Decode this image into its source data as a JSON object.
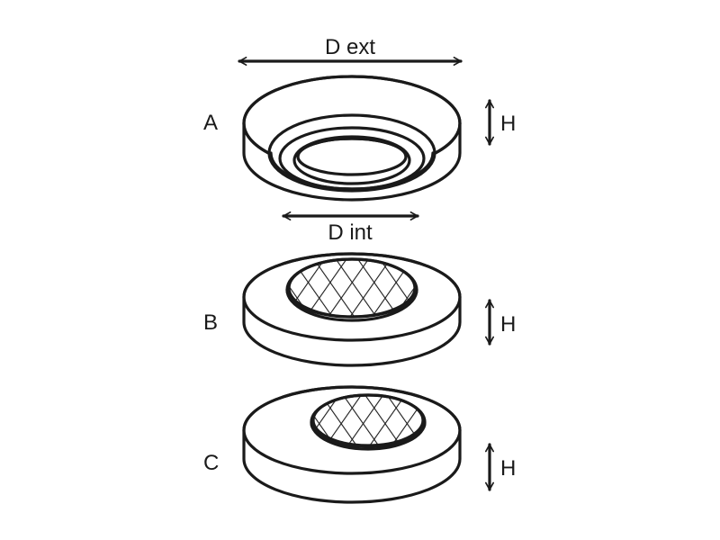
{
  "labels": {
    "d_ext": "D ext",
    "d_int": "D int",
    "h_a": "H",
    "h_b": "H",
    "h_c": "H",
    "part_a": "A",
    "part_b": "B",
    "part_c": "C"
  },
  "colors": {
    "line": "#1a1a1a",
    "background": "#ffffff"
  }
}
